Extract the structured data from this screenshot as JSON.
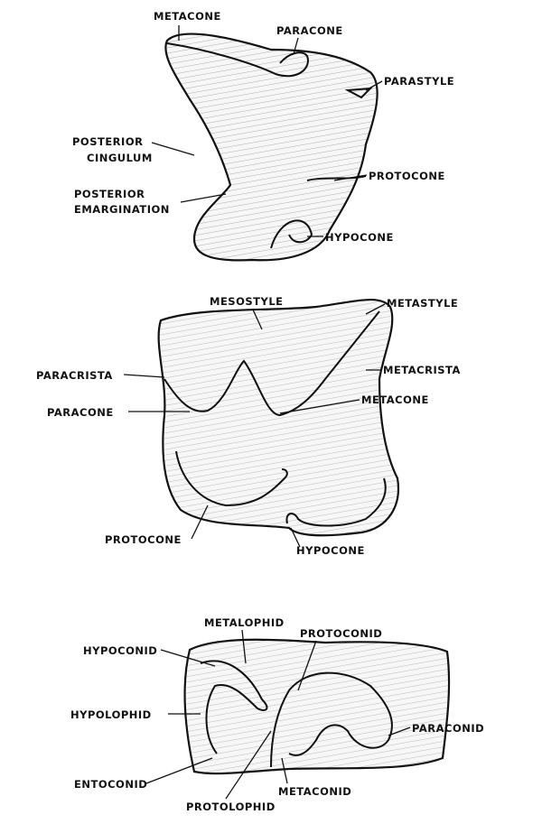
{
  "upper_molar_occlusal_1": {
    "labels": {
      "metacone": "METACONE",
      "paracone": "PARACONE",
      "parastyle": "PARASTYLE",
      "posterior_cingulum_1": "POSTERIOR",
      "posterior_cingulum_2": "CINGULUM",
      "posterior_emargination_1": "POSTERIOR",
      "posterior_emargination_2": "EMARGINATION",
      "protocone": "PROTOCONE",
      "hypocone": "HYPOCONE"
    }
  },
  "upper_molar_occlusal_2": {
    "labels": {
      "mesostyle": "MESOSTYLE",
      "metastyle": "METASTYLE",
      "paracrista": "PARACRISTA",
      "metacrista": "METACRISTA",
      "paracone": "PARACONE",
      "metacone": "METACONE",
      "protocone": "PROTOCONE",
      "hypocone": "HYPOCONE"
    }
  },
  "lower_molar_occlusal": {
    "labels": {
      "metalophid": "METALOPHID",
      "protoconid": "PROTOCONID",
      "hypoconid": "HYPOCONID",
      "hypolophid": "HYPOLOPHID",
      "paraconid": "PARACONID",
      "entoconid": "ENTOCONID",
      "metaconid": "METACONID",
      "protolophid": "PROTOLOPHID"
    }
  }
}
